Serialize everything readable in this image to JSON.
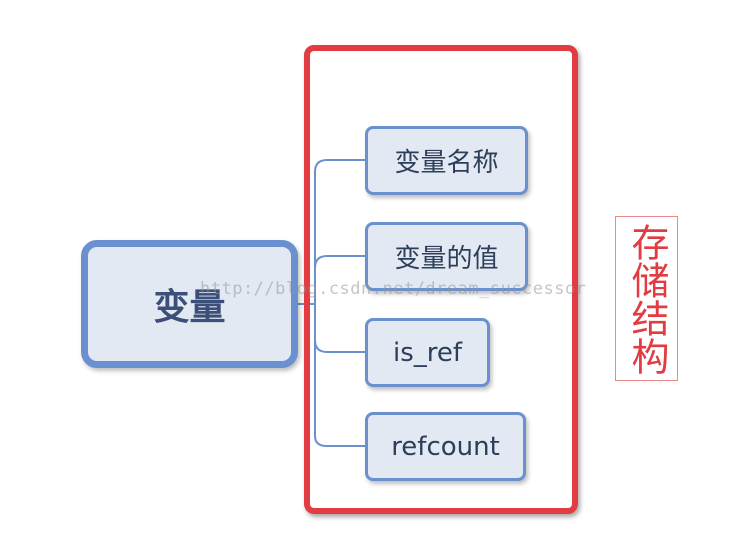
{
  "root": {
    "label": "变量"
  },
  "children": [
    {
      "label": "变量名称"
    },
    {
      "label": "变量的值"
    },
    {
      "label": "is_ref"
    },
    {
      "label": "refcount"
    }
  ],
  "annotation": {
    "label": "存储结构"
  },
  "watermark": {
    "text": "http://blog.csdn.net/dream_successor"
  },
  "colors": {
    "node_fill": "#e3e9f3",
    "node_border": "#6a90cf",
    "connector": "#6a90cf",
    "frame": "#e23b41",
    "annotation_text": "#e23b41"
  }
}
